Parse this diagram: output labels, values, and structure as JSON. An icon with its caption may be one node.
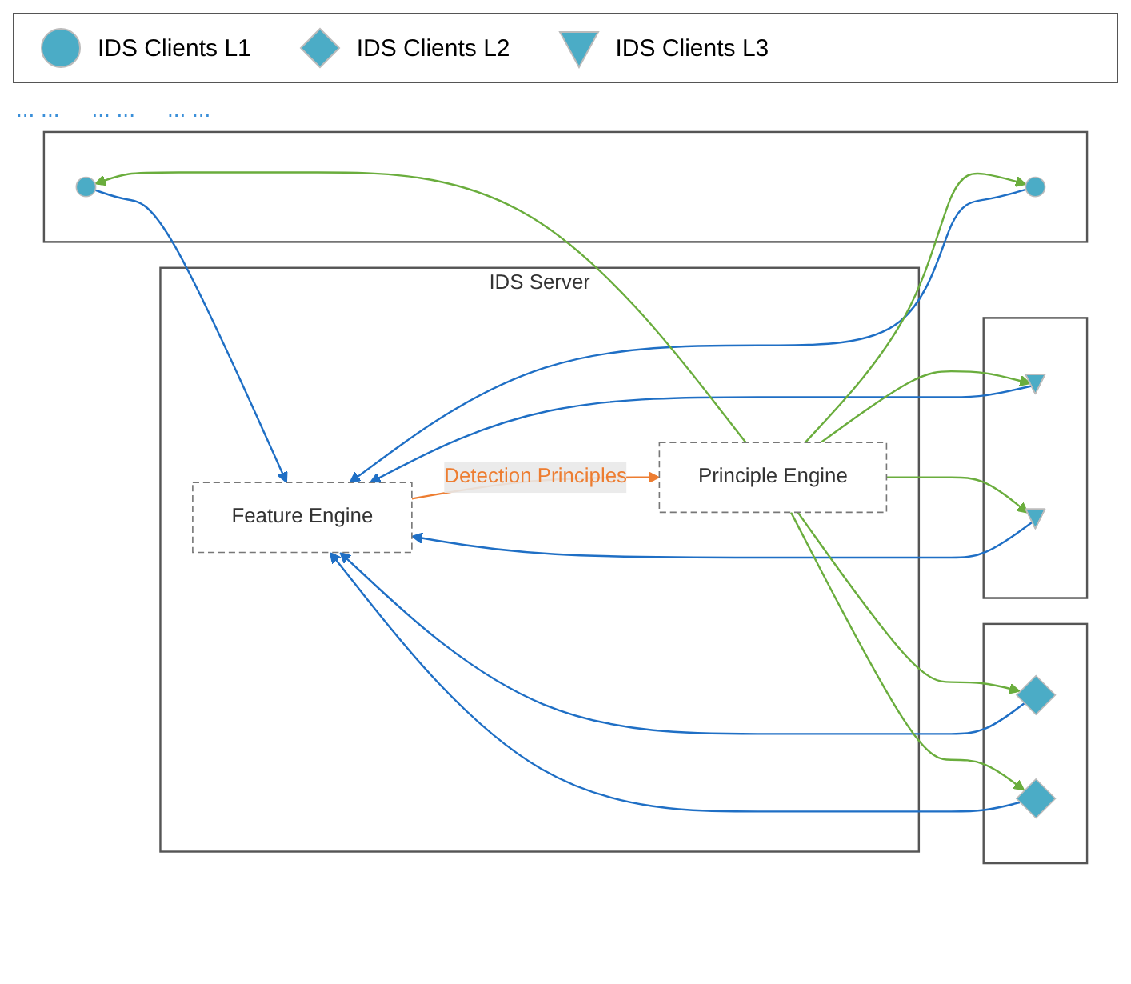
{
  "diagram": {
    "nodes": [
      {
        "text": [],
        "shape": "box"
      },
      {
        "text": [],
        "shape": "circle",
        "in": 0
      },
      {
        "text": [],
        "shape": "circle",
        "in": 0
      },
      {
        "text": [],
        "shape": "box"
      },
      {
        "text": [],
        "shape": "diamond",
        "in": 3
      },
      {
        "text": [],
        "shape": "diamond",
        "in": 3
      },
      {
        "text": [],
        "shape": "box"
      },
      {
        "text": [],
        "shape": "triangle",
        "in": 6
      },
      {
        "text": [],
        "shape": "triangle",
        "in": 6
      },
      {
        "text": [
          "IDS Server"
        ]
      },
      {
        "text": [
          "Feature Engine"
        ],
        "in": 9
      },
      {
        "text": [
          "Principle Engine"
        ],
        "in": 9
      }
    ],
    "edges": [
      {
        "from": 1,
        "to": 10,
        "arrow": "to",
        "color": "#1f6fc5"
      },
      {
        "from": 2,
        "to": 10,
        "arrow": "to",
        "color": "#1f6fc5"
      },
      {
        "from": 4,
        "to": 10,
        "arrow": "to",
        "color": "#1f6fc5"
      },
      {
        "from": 5,
        "to": 10,
        "arrow": "to",
        "color": "#1f6fc5"
      },
      {
        "from": 7,
        "to": 10,
        "arrow": "to",
        "color": "#1f6fc5"
      },
      {
        "from": 8,
        "to": 10,
        "arrow": "to",
        "color": "#1f6fc5"
      },
      {
        "from": 11,
        "to": 1,
        "arrow": "to",
        "color": "#6aad3d"
      },
      {
        "from": 11,
        "to": 2,
        "arrow": "to",
        "color": "#6aad3d"
      },
      {
        "from": 11,
        "to": 4,
        "arrow": "to",
        "color": "#6aad3d"
      },
      {
        "from": 11,
        "to": 5,
        "arrow": "to",
        "color": "#6aad3d"
      },
      {
        "from": 11,
        "to": 7,
        "arrow": "to",
        "color": "#6aad3d"
      },
      {
        "from": 11,
        "to": 8,
        "arrow": "to",
        "color": "#6aad3d"
      },
      {
        "from": 10,
        "to": 11,
        "arrow": "to",
        "label": "Detection Principles",
        "color": "#ed7d31"
      }
    ],
    "labels": [
      "... ...",
      "... ...",
      "... ..."
    ],
    "legend": [
      {
        "text": "IDS Clients L1"
      },
      {
        "text": "IDS Clients L2"
      },
      {
        "text": "IDS Clients L3"
      }
    ]
  }
}
